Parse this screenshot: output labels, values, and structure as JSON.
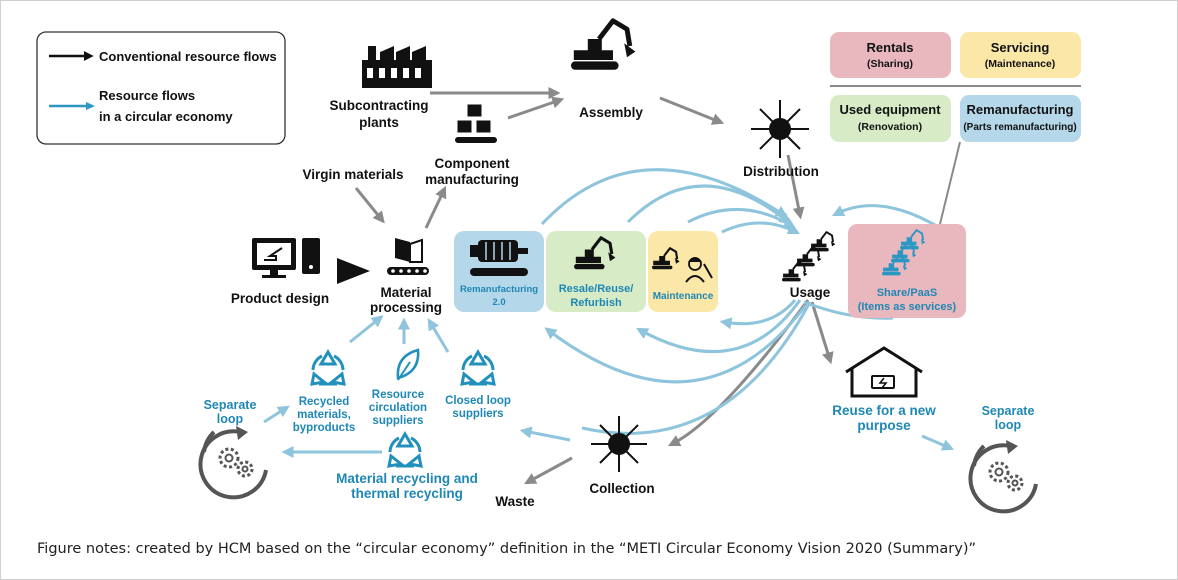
{
  "legend": {
    "conventional": "Conventional resource flows",
    "circular_line1": "Resource flows",
    "circular_line2": "in a circular economy"
  },
  "nodes": {
    "subcontracting_1": "Subcontracting",
    "subcontracting_2": "plants",
    "assembly": "Assembly",
    "component_1": "Component",
    "component_2": "manufacturing",
    "distribution": "Distribution",
    "virgin": "Virgin materials",
    "product_design": "Product design",
    "material_1": "Material",
    "material_2": "processing",
    "usage": "Usage",
    "collection": "Collection",
    "waste": "Waste",
    "reuse_1": "Reuse for a new",
    "reuse_2": "purpose",
    "recycling_1": "Material recycling and",
    "recycling_2": "thermal recycling",
    "separate_left_1": "Separate",
    "separate_left_2": "loop",
    "separate_right_1": "Separate",
    "separate_right_2": "loop",
    "recycled_1": "Recycled",
    "recycled_2": "materials,",
    "recycled_3": "byproducts",
    "resource_circ_1": "Resource",
    "resource_circ_2": "circulation",
    "resource_circ_3": "suppliers",
    "closed_loop_1": "Closed loop",
    "closed_loop_2": "suppliers"
  },
  "boxes": {
    "reman20_1": "Remanufacturing",
    "reman20_2": "2.0",
    "resale_1": "Resale/Reuse/",
    "resale_2": "Refurbish",
    "maintenance": "Maintenance",
    "share_1": "Share/PaaS",
    "share_2": "(Items as services)"
  },
  "services": {
    "rentals": "Rentals",
    "rentals_sub": "(Sharing)",
    "servicing": "Servicing",
    "servicing_sub": "(Maintenance)",
    "used": "Used equipment",
    "used_sub": "(Renovation)",
    "reman": "Remanufacturing",
    "reman_sub": "(Parts remanufacturing)"
  },
  "colors": {
    "conventional": "#8a8a8a",
    "circular": "#8ec5dc",
    "circular_text": "#1f87b5",
    "pink": "#e9b8be",
    "yellow": "#fbe8a8",
    "green": "#d7ecc6",
    "blue": "#b5d7ea"
  },
  "footnote": "Figure notes: created by HCM based on the “circular economy” definition in the “METI Circular Economy Vision 2020 (Summary)”"
}
